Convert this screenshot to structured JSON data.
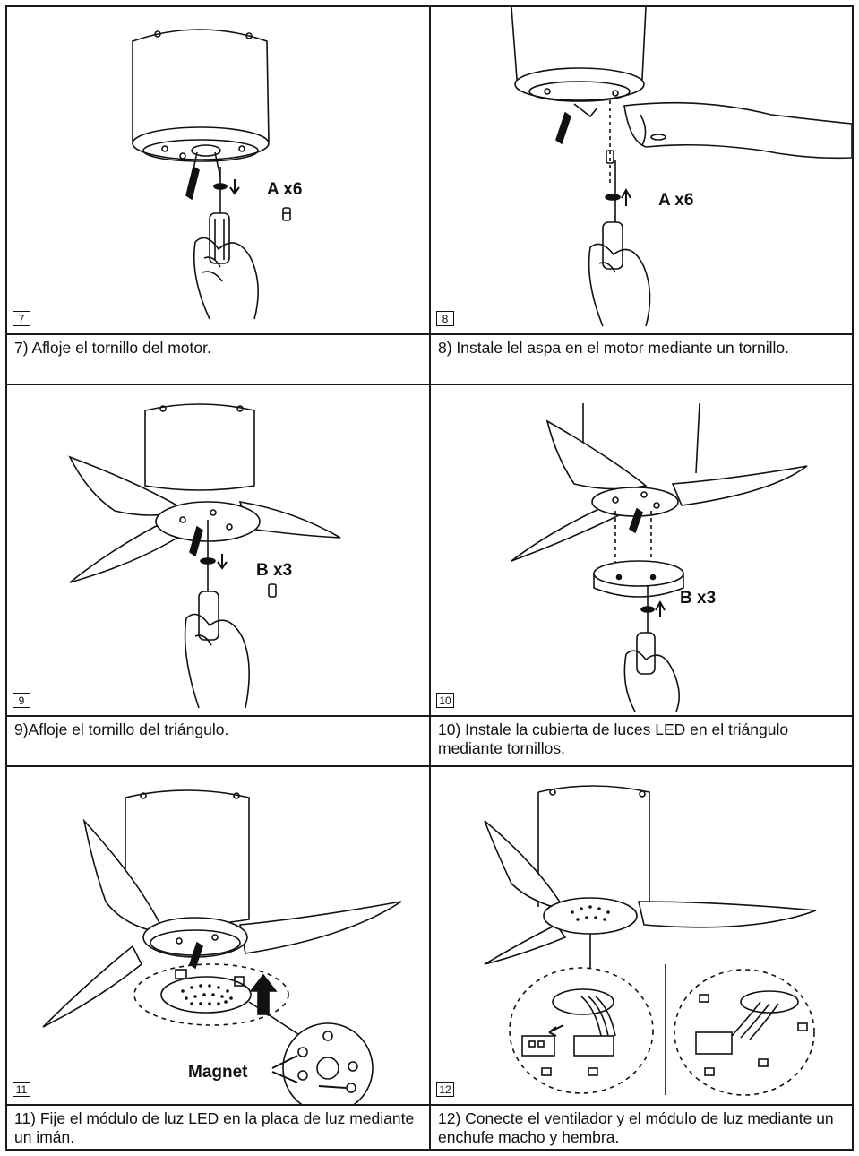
{
  "steps": [
    {
      "number": "7",
      "caption": "7) Afloje el tornillo del motor.",
      "label": "A x6"
    },
    {
      "number": "8",
      "caption": "8) Instale lel aspa en el motor mediante un tornillo.",
      "label": "A x6"
    },
    {
      "number": "9",
      "caption": "9)Afloje el tornillo del triángulo.",
      "label": "B x3"
    },
    {
      "number": "10",
      "caption": "10) Instale la cubierta de luces LED en el triángulo mediante tornillos.",
      "label": "B x3"
    },
    {
      "number": "11",
      "caption": "11) Fije el módulo de luz LED en la placa de luz mediante un imán.",
      "label": "Magnet"
    },
    {
      "number": "12",
      "caption": "12) Conecte el ventilador y el módulo de luz mediante un enchufe macho y hembra.",
      "label": ""
    }
  ]
}
